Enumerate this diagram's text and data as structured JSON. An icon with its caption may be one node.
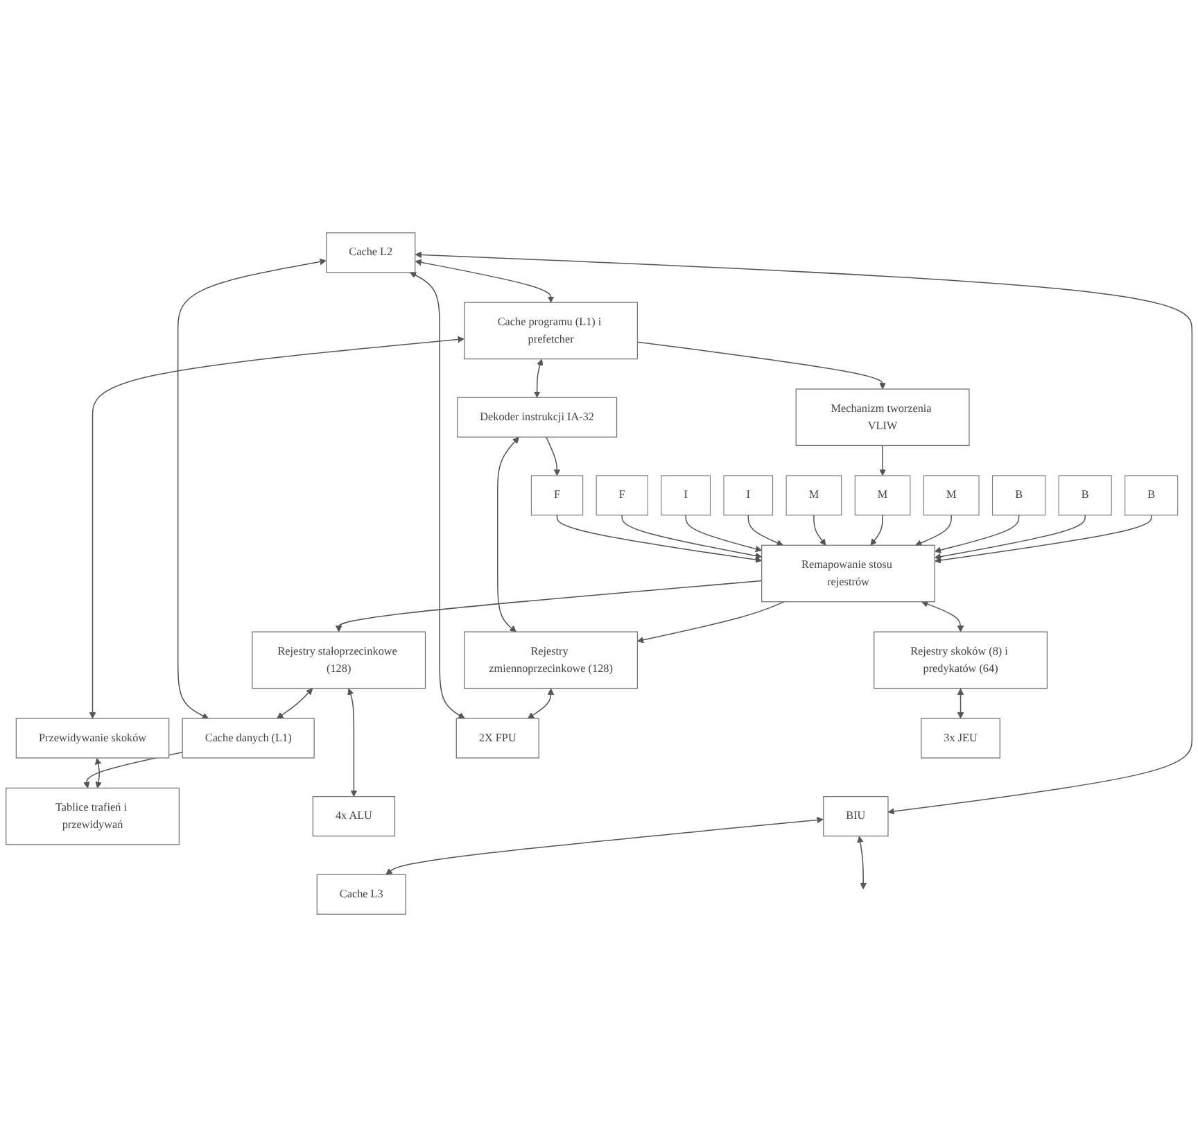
{
  "diagram": {
    "nodes": [
      {
        "text": [
          "Cache L2"
        ]
      },
      {
        "text": [
          "Cache programu (L1) i prefetcher"
        ]
      },
      {
        "text": [
          "Dekoder instrukcji IA-32"
        ]
      },
      {
        "text": [
          "Przewidywanie skoków"
        ]
      },
      {
        "text": [
          "Mechanizm tworzenia VLIW"
        ]
      },
      {
        "text": [
          "Tablice trafień i przewidywań"
        ]
      },
      {
        "text": [
          "B"
        ]
      },
      {
        "text": [
          "B"
        ]
      },
      {
        "text": [
          "B"
        ]
      },
      {
        "text": [
          "M"
        ]
      },
      {
        "text": [
          "M"
        ]
      },
      {
        "text": [
          "M"
        ]
      },
      {
        "text": [
          "I"
        ]
      },
      {
        "text": [
          "I"
        ]
      },
      {
        "text": [
          "F"
        ]
      },
      {
        "text": [
          "F"
        ]
      },
      {
        "text": [
          "Remapowanie stosu rejestrów"
        ]
      },
      {
        "text": [
          "Rejestry skoków (8) i predykatów (64)"
        ]
      },
      {
        "text": [
          "Rejestry stałoprzecinkowe (128)"
        ]
      },
      {
        "text": [
          "Rejestry zmiennoprzecinkowe (128)"
        ]
      },
      {
        "text": [
          "3x JEU"
        ]
      },
      {
        "text": [
          "Cache danych (L1)"
        ]
      },
      {
        "text": [
          "4x ALU"
        ]
      },
      {
        "text": [
          "2X FPU"
        ]
      },
      {
        "text": [
          "BIU"
        ]
      },
      {
        "text": [
          "Cache L3"
        ]
      }
    ],
    "edges": [
      {
        "from": 0,
        "to": 1,
        "arrow": "both"
      },
      {
        "from": 1,
        "to": 2,
        "arrow": "both"
      },
      {
        "from": 1,
        "to": 3,
        "arrow": "both"
      },
      {
        "from": 1,
        "to": 4,
        "arrow": "to"
      },
      {
        "from": 3,
        "to": 5,
        "arrow": "both"
      },
      {
        "from": 4,
        "to": 10,
        "arrow": "to"
      },
      {
        "from": 2,
        "to": 15,
        "arrow": "to"
      },
      {
        "from": 6,
        "to": 16,
        "arrow": "to"
      },
      {
        "from": 7,
        "to": 16,
        "arrow": "to"
      },
      {
        "from": 8,
        "to": 16,
        "arrow": "to"
      },
      {
        "from": 9,
        "to": 16,
        "arrow": "to"
      },
      {
        "from": 10,
        "to": 16,
        "arrow": "to"
      },
      {
        "from": 11,
        "to": 16,
        "arrow": "to"
      },
      {
        "from": 12,
        "to": 16,
        "arrow": "to"
      },
      {
        "from": 13,
        "to": 16,
        "arrow": "to"
      },
      {
        "from": 14,
        "to": 16,
        "arrow": "to"
      },
      {
        "from": 15,
        "to": 16,
        "arrow": "to"
      },
      {
        "from": 16,
        "to": 17,
        "arrow": "both"
      },
      {
        "from": 16,
        "to": 18,
        "arrow": "to"
      },
      {
        "from": 16,
        "to": 19,
        "arrow": "to"
      },
      {
        "from": 2,
        "to": 19,
        "arrow": "both"
      },
      {
        "from": 17,
        "to": 20,
        "arrow": "both"
      },
      {
        "from": 18,
        "to": 21,
        "arrow": "both"
      },
      {
        "from": 18,
        "to": 22,
        "arrow": "both"
      },
      {
        "from": 19,
        "to": 23,
        "arrow": "both"
      },
      {
        "from": 21,
        "to": 5,
        "arrow": "to"
      },
      {
        "from": 0,
        "to": 21,
        "arrow": "both"
      },
      {
        "from": 0,
        "to": 24,
        "arrow": "both"
      },
      {
        "from": 0,
        "to": 23,
        "arrow": "both"
      },
      {
        "from": 24,
        "to": 25,
        "arrow": "both"
      },
      {
        "from": 24,
        "to": null,
        "arrow": "both"
      }
    ]
  }
}
